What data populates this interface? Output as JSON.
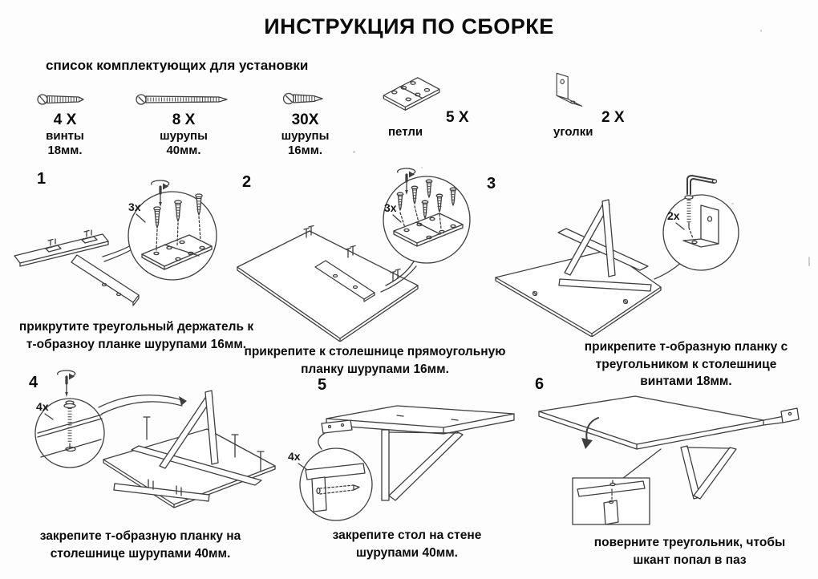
{
  "page": {
    "title": "ИНСТРУКЦИЯ ПО СБОРКЕ"
  },
  "parts": {
    "heading": "список комплектующих для установки",
    "items": [
      {
        "count": "4 X",
        "label": "винты",
        "sublabel": "18мм.",
        "icon": "screw-short-icon"
      },
      {
        "count": "8 X",
        "label": "шурупы",
        "sublabel": "40мм.",
        "icon": "screw-long-icon"
      },
      {
        "count": "30X",
        "label": "шурупы",
        "sublabel": "16мм.",
        "icon": "screw-stub-icon"
      },
      {
        "count": "5 X",
        "label": "петли",
        "sublabel": "",
        "icon": "hinge-icon"
      },
      {
        "count": "2 X",
        "label": "уголки",
        "sublabel": "",
        "icon": "corner-bracket-icon"
      }
    ]
  },
  "steps": [
    {
      "number": "1",
      "zoom_label": "3x",
      "caption_lines": [
        "прикрутите треугольный держатель к",
        "т-образноу планке шурупами 16мм.",
        ""
      ]
    },
    {
      "number": "2",
      "zoom_label": "3x",
      "caption_lines": [
        "прикрепите к столешнице прямоугольную",
        "планку шурупами 16мм.",
        ""
      ]
    },
    {
      "number": "3",
      "zoom_label": "2x",
      "caption_lines": [
        "прикрепите т-образную планку с",
        "треугольником к столешнице",
        "винтами 18мм."
      ]
    },
    {
      "number": "4",
      "zoom_label": "4x",
      "caption_lines": [
        "закрепите т-образную планку на",
        "столешнице шурупами 40мм.",
        ""
      ]
    },
    {
      "number": "5",
      "zoom_label": "4x",
      "caption_lines": [
        "закрепите стол на стене",
        "шурупами 40мм.",
        ""
      ]
    },
    {
      "number": "6",
      "zoom_label": "",
      "caption_lines": [
        "поверните треугольник, чтобы",
        "шкант попал в паз",
        ""
      ]
    }
  ],
  "colors": {
    "ink": "#0b0b0b",
    "line": "#3e3e3e",
    "background": "#fdfdfd"
  }
}
